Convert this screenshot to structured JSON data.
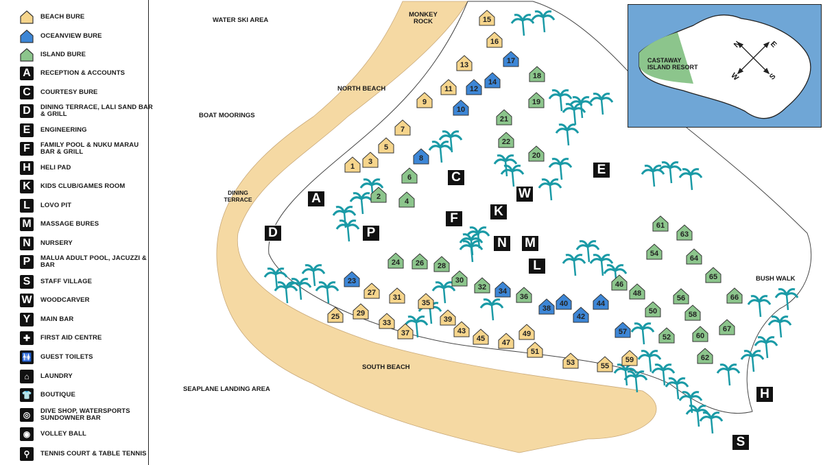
{
  "legend": {
    "items": [
      {
        "label": "BEACH BURE",
        "icon": "beach-bure-icon",
        "color": "#f6d58c"
      },
      {
        "label": "OCEANVIEW BURE",
        "icon": "oceanview-bure-icon",
        "color": "#3d86d6"
      },
      {
        "label": "ISLAND BURE",
        "icon": "island-bure-icon",
        "color": "#8cc58c"
      },
      {
        "label": "RECEPTION & ACCOUNTS",
        "icon": "letter-a-icon",
        "letter": "A"
      },
      {
        "label": "COURTESY BURE",
        "icon": "letter-c-icon",
        "letter": "C"
      },
      {
        "label": "DINING TERRACE, LALI SAND BAR & GRILL",
        "icon": "letter-d-icon",
        "letter": "D"
      },
      {
        "label": "ENGINEERING",
        "icon": "letter-e-icon",
        "letter": "E"
      },
      {
        "label": "FAMILY POOL & NUKU MARAU BAR & GRILL",
        "icon": "letter-f-icon",
        "letter": "F"
      },
      {
        "label": "HELI PAD",
        "icon": "letter-h-icon",
        "letter": "H"
      },
      {
        "label": "KIDS CLUB/GAMES ROOM",
        "icon": "letter-k-icon",
        "letter": "K"
      },
      {
        "label": "LOVO PIT",
        "icon": "letter-l-icon",
        "letter": "L"
      },
      {
        "label": "MASSAGE BURES",
        "icon": "letter-m-icon",
        "letter": "M"
      },
      {
        "label": "NURSERY",
        "icon": "letter-n-icon",
        "letter": "N"
      },
      {
        "label": "MALUA ADULT POOL, JACUZZI & BAR",
        "icon": "letter-p-icon",
        "letter": "P"
      },
      {
        "label": "STAFF VILLAGE",
        "icon": "letter-s-icon",
        "letter": "S"
      },
      {
        "label": "WOODCARVER",
        "icon": "letter-w-icon",
        "letter": "W"
      },
      {
        "label": "MAIN BAR",
        "icon": "cocktail-glass-icon",
        "letter": "Y"
      },
      {
        "label": "FIRST AID CENTRE",
        "icon": "first-aid-cross-icon",
        "letter": "✚"
      },
      {
        "label": "GUEST TOILETS",
        "icon": "toilets-icon",
        "letter": "🚻"
      },
      {
        "label": "LAUNDRY",
        "icon": "laundry-icon",
        "letter": "⌂"
      },
      {
        "label": "BOUTIQUE",
        "icon": "boutique-shirt-icon",
        "letter": "👕"
      },
      {
        "label": "DIVE SHOP, WATERSPORTS SUNDOWNER BAR",
        "icon": "dive-shop-icon",
        "letter": "◎"
      },
      {
        "label": "VOLLEY BALL",
        "icon": "volleyball-icon",
        "letter": "◉"
      },
      {
        "label": "TENNIS COURT & TABLE TENNIS",
        "icon": "tennis-racket-icon",
        "letter": "⚲"
      }
    ]
  },
  "map": {
    "areas": {
      "water_ski": "WATER SKI AREA",
      "monkey_rock": "MONKEY ROCK",
      "north_beach": "NORTH BEACH",
      "boat_moorings": "BOAT MOORINGS",
      "dining_terrace": "DINING TERRACE",
      "south_beach": "SOUTH BEACH",
      "seaplane": "SEAPLANE LANDING AREA",
      "bush_walk": "BUSH WALK"
    },
    "facility_letters": [
      "A",
      "C",
      "D",
      "E",
      "F",
      "H",
      "K",
      "L",
      "M",
      "N",
      "P",
      "S",
      "W"
    ],
    "bures": [
      {
        "n": "1",
        "t": "beach"
      },
      {
        "n": "2",
        "t": "island"
      },
      {
        "n": "3",
        "t": "beach"
      },
      {
        "n": "4",
        "t": "island"
      },
      {
        "n": "5",
        "t": "beach"
      },
      {
        "n": "6",
        "t": "island"
      },
      {
        "n": "7",
        "t": "beach"
      },
      {
        "n": "8",
        "t": "ocean"
      },
      {
        "n": "9",
        "t": "beach"
      },
      {
        "n": "10",
        "t": "ocean"
      },
      {
        "n": "11",
        "t": "beach"
      },
      {
        "n": "12",
        "t": "ocean"
      },
      {
        "n": "13",
        "t": "beach"
      },
      {
        "n": "14",
        "t": "ocean"
      },
      {
        "n": "15",
        "t": "beach"
      },
      {
        "n": "16",
        "t": "beach"
      },
      {
        "n": "17",
        "t": "ocean"
      },
      {
        "n": "18",
        "t": "island"
      },
      {
        "n": "19",
        "t": "island"
      },
      {
        "n": "20",
        "t": "island"
      },
      {
        "n": "21",
        "t": "island"
      },
      {
        "n": "22",
        "t": "island"
      },
      {
        "n": "23",
        "t": "ocean"
      },
      {
        "n": "24",
        "t": "island"
      },
      {
        "n": "25",
        "t": "beach"
      },
      {
        "n": "26",
        "t": "island"
      },
      {
        "n": "27",
        "t": "beach"
      },
      {
        "n": "28",
        "t": "island"
      },
      {
        "n": "29",
        "t": "beach"
      },
      {
        "n": "30",
        "t": "island"
      },
      {
        "n": "31",
        "t": "beach"
      },
      {
        "n": "32",
        "t": "island"
      },
      {
        "n": "33",
        "t": "beach"
      },
      {
        "n": "34",
        "t": "ocean"
      },
      {
        "n": "35",
        "t": "beach"
      },
      {
        "n": "36",
        "t": "island"
      },
      {
        "n": "37",
        "t": "beach"
      },
      {
        "n": "38",
        "t": "ocean"
      },
      {
        "n": "39",
        "t": "beach"
      },
      {
        "n": "40",
        "t": "ocean"
      },
      {
        "n": "42",
        "t": "ocean"
      },
      {
        "n": "43",
        "t": "beach"
      },
      {
        "n": "44",
        "t": "ocean"
      },
      {
        "n": "45",
        "t": "beach"
      },
      {
        "n": "46",
        "t": "island"
      },
      {
        "n": "47",
        "t": "beach"
      },
      {
        "n": "48",
        "t": "island"
      },
      {
        "n": "49",
        "t": "beach"
      },
      {
        "n": "50",
        "t": "island"
      },
      {
        "n": "51",
        "t": "beach"
      },
      {
        "n": "52",
        "t": "island"
      },
      {
        "n": "53",
        "t": "beach"
      },
      {
        "n": "54",
        "t": "island"
      },
      {
        "n": "55",
        "t": "beach"
      },
      {
        "n": "56",
        "t": "island"
      },
      {
        "n": "57",
        "t": "ocean"
      },
      {
        "n": "58",
        "t": "island"
      },
      {
        "n": "59",
        "t": "beach"
      },
      {
        "n": "60",
        "t": "island"
      },
      {
        "n": "61",
        "t": "island"
      },
      {
        "n": "62",
        "t": "island"
      },
      {
        "n": "63",
        "t": "island"
      },
      {
        "n": "64",
        "t": "island"
      },
      {
        "n": "65",
        "t": "island"
      },
      {
        "n": "66",
        "t": "island"
      },
      {
        "n": "67",
        "t": "island"
      }
    ],
    "colors": {
      "beach": "#f6d58c",
      "ocean": "#3d86d6",
      "island": "#8cc58c",
      "sand": "#f5d9a3",
      "palm": "#1a9aa6",
      "sea": "#6fa6d6"
    }
  },
  "inset": {
    "resort_label": "CASTAWAY ISLAND RESORT",
    "compass": {
      "n": "N",
      "e": "E",
      "s": "S",
      "w": "W"
    }
  }
}
